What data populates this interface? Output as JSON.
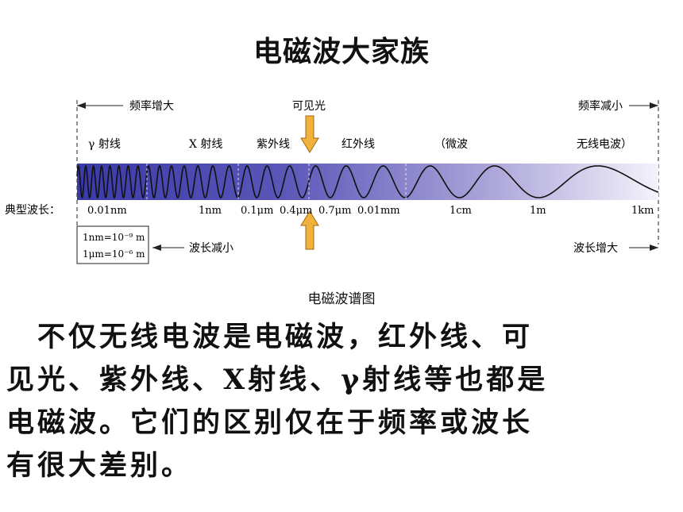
{
  "title": "电磁波大家族",
  "diagram": {
    "freq_increase": "频率增大",
    "freq_decrease": "频率减小",
    "visible_light": "可见光",
    "bands": [
      "γ 射线",
      "X 射线",
      "紫外线",
      "红外线",
      "（微波",
      "无线电波）"
    ],
    "typical_wavelength_label": "典型波长：",
    "wavelength_ticks": [
      "0.01nm",
      "1nm",
      "0.1μm",
      "0.4μm",
      "0.7μm",
      "0.01mm",
      "1cm",
      "1m",
      "1km"
    ],
    "unit_box": [
      "1nm=10⁻⁹ m",
      "1μm=10⁻⁶ m"
    ],
    "wavelength_decrease": "波长减小",
    "wavelength_increase": "波长增大",
    "colors": {
      "band_start": "#3a3aa8",
      "band_end": "#f4f2fb",
      "arrow": "#f0b23c",
      "arrow_stroke": "#a06a10"
    }
  },
  "caption": "电磁波谱图",
  "paragraph": [
    "　不仅无线电波是电磁波，红外线、可",
    "见光、紫外线、X射线、γ射线等也都是",
    "电磁波。它们的区别仅在于频率或波长",
    "有很大差别。"
  ]
}
